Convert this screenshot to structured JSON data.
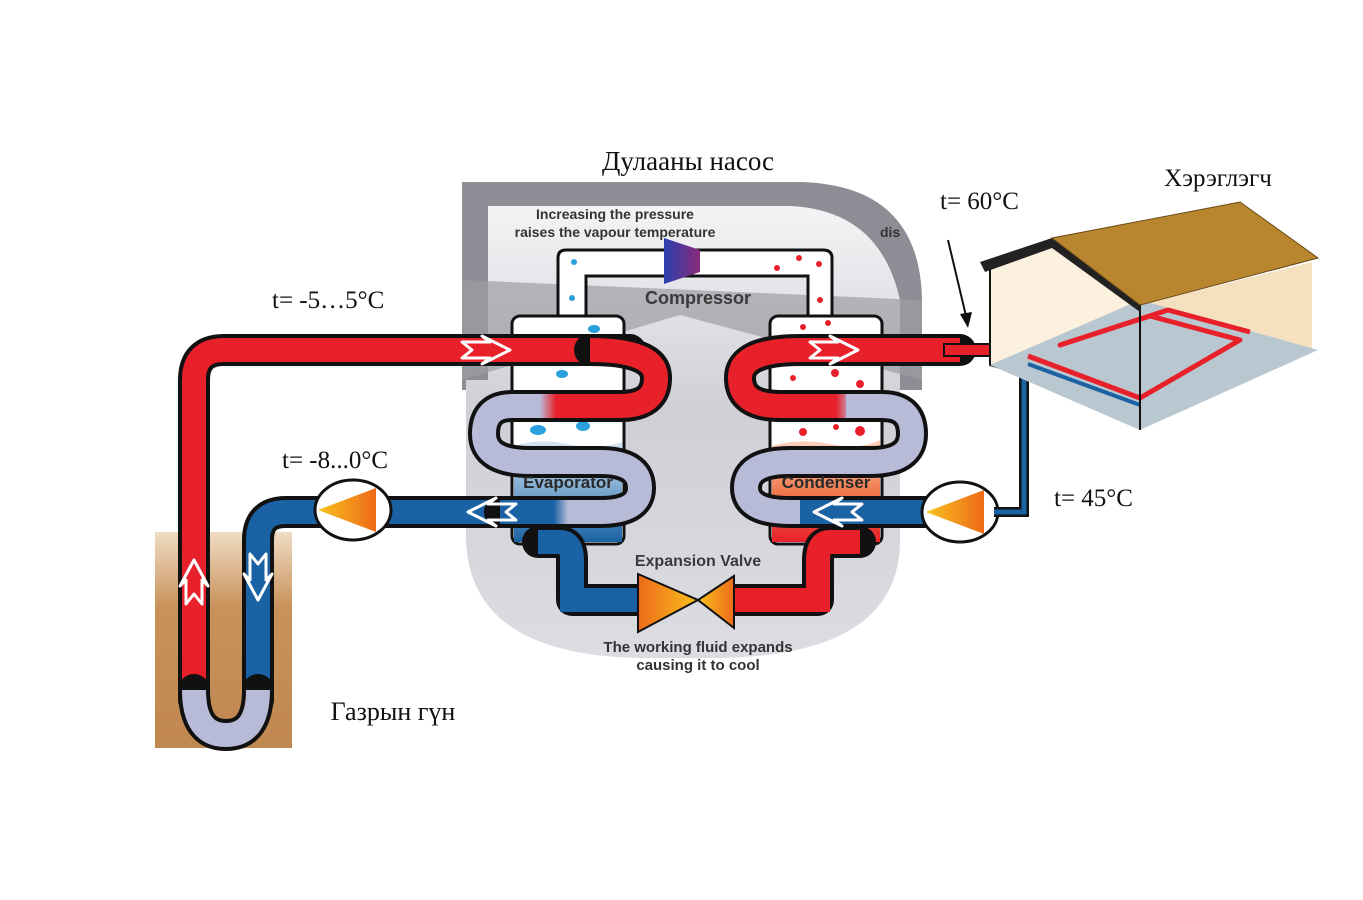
{
  "diagram": {
    "title": "Дулааны насос",
    "consumer_label": "Хэрэглэгч",
    "ground_label": "Газрын гүн",
    "temperatures": {
      "ground_supply": "t= -5…5°C",
      "ground_return": "t= -8...0°C",
      "consumer_supply": "t= 60°C",
      "consumer_return": "t= 45°C"
    },
    "compressor": {
      "label": "Compressor",
      "note_line1": "Increasing the pressure",
      "note_line2": "raises the vapour temperature",
      "clipped_text": "dis"
    },
    "evaporator_label": "Evaporator",
    "condenser_label": "Condenser",
    "expansion_valve": {
      "label": "Expansion Valve",
      "note_line1": "The working fluid expands",
      "note_line2": "causing it to cool"
    },
    "colors": {
      "hot": "#e8202a",
      "cold": "#1a62a3",
      "neutral": "#b8bbd8",
      "housing": "#8e8c94",
      "housing_inner": "#dcdde3",
      "roof": "#b8862e",
      "wall": "#f5e6cc",
      "floor": "#b9c7d0",
      "soil": "#c8925a",
      "valve_orange": "#f07a1a",
      "valve_yellow": "#f7b81c"
    }
  }
}
